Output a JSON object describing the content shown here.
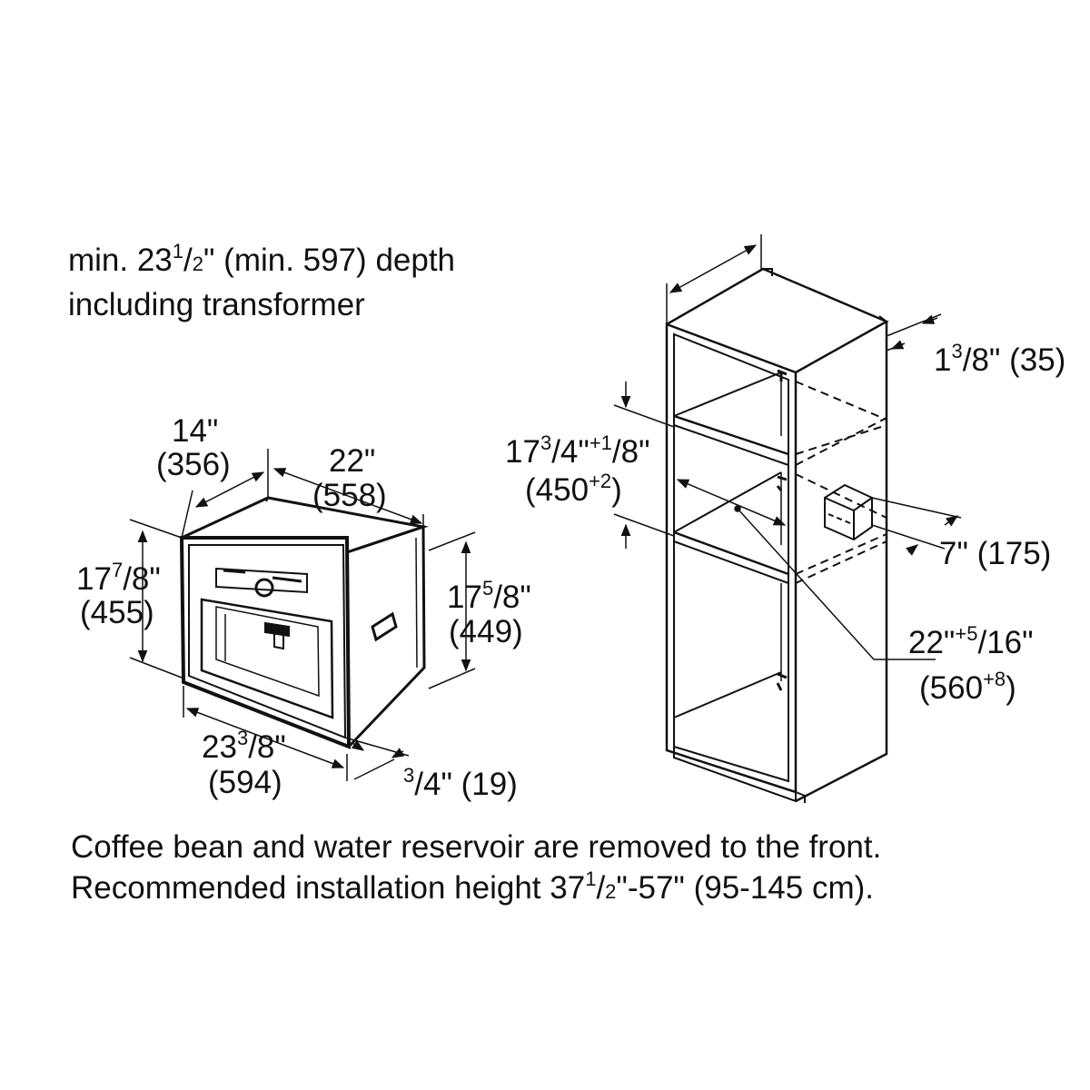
{
  "notes": {
    "depth_line1_a": "min. 23",
    "depth_line1_sup": "1",
    "depth_line1_b": "/",
    "depth_line1_c": "2",
    "depth_line1_d": "\" (min. 597) depth",
    "depth_line2": "including transformer",
    "bottom_line1": "Coffee bean and water reservoir are removed to the front.",
    "bottom_line2_a": "Recommended installation height 37",
    "bottom_line2_sup": "1",
    "bottom_line2_b": "/",
    "bottom_line2_c": "2",
    "bottom_line2_d": "\"-57\" (95-145 cm)."
  },
  "appliance_dims": {
    "depth_in": "14\"",
    "depth_mm": "(356)",
    "width_in": "22\"",
    "width_mm": "(558)",
    "front_height_in_a": "17",
    "front_height_in_sup": "7",
    "front_height_in_b": "/",
    "front_height_in_c": "8\"",
    "front_height_mm": "(455)",
    "body_height_in_a": "17",
    "body_height_in_sup": "5",
    "body_height_in_b": "/",
    "body_height_in_c": "8\"",
    "body_height_mm": "(449)",
    "front_width_in_a": "23",
    "front_width_in_sup": "3",
    "front_width_in_b": "/",
    "front_width_in_c": "8\"",
    "front_width_mm": "(594)",
    "front_depth_sup": "3",
    "front_depth_a": "/",
    "front_depth_b": "4\" (19)"
  },
  "cabinet_dims": {
    "top_offset_a": "1",
    "top_offset_sup": "3",
    "top_offset_b": "/",
    "top_offset_c": "8\" (35)",
    "niche_height_a": "17",
    "niche_height_sup1": "3",
    "niche_height_b": "/",
    "niche_height_c": "4\"",
    "niche_height_sup2": "+1",
    "niche_height_d": "/",
    "niche_height_e": "8\"",
    "niche_height_mm_a": "(450",
    "niche_height_mm_sup": "+2",
    "niche_height_mm_b": ")",
    "transformer_offset": "7\" (175)",
    "niche_width_a": "22\"",
    "niche_width_sup": "+5",
    "niche_width_b": "/",
    "niche_width_c": "16\"",
    "niche_width_mm_a": "(560",
    "niche_width_mm_sup": "+8",
    "niche_width_mm_b": ")"
  }
}
